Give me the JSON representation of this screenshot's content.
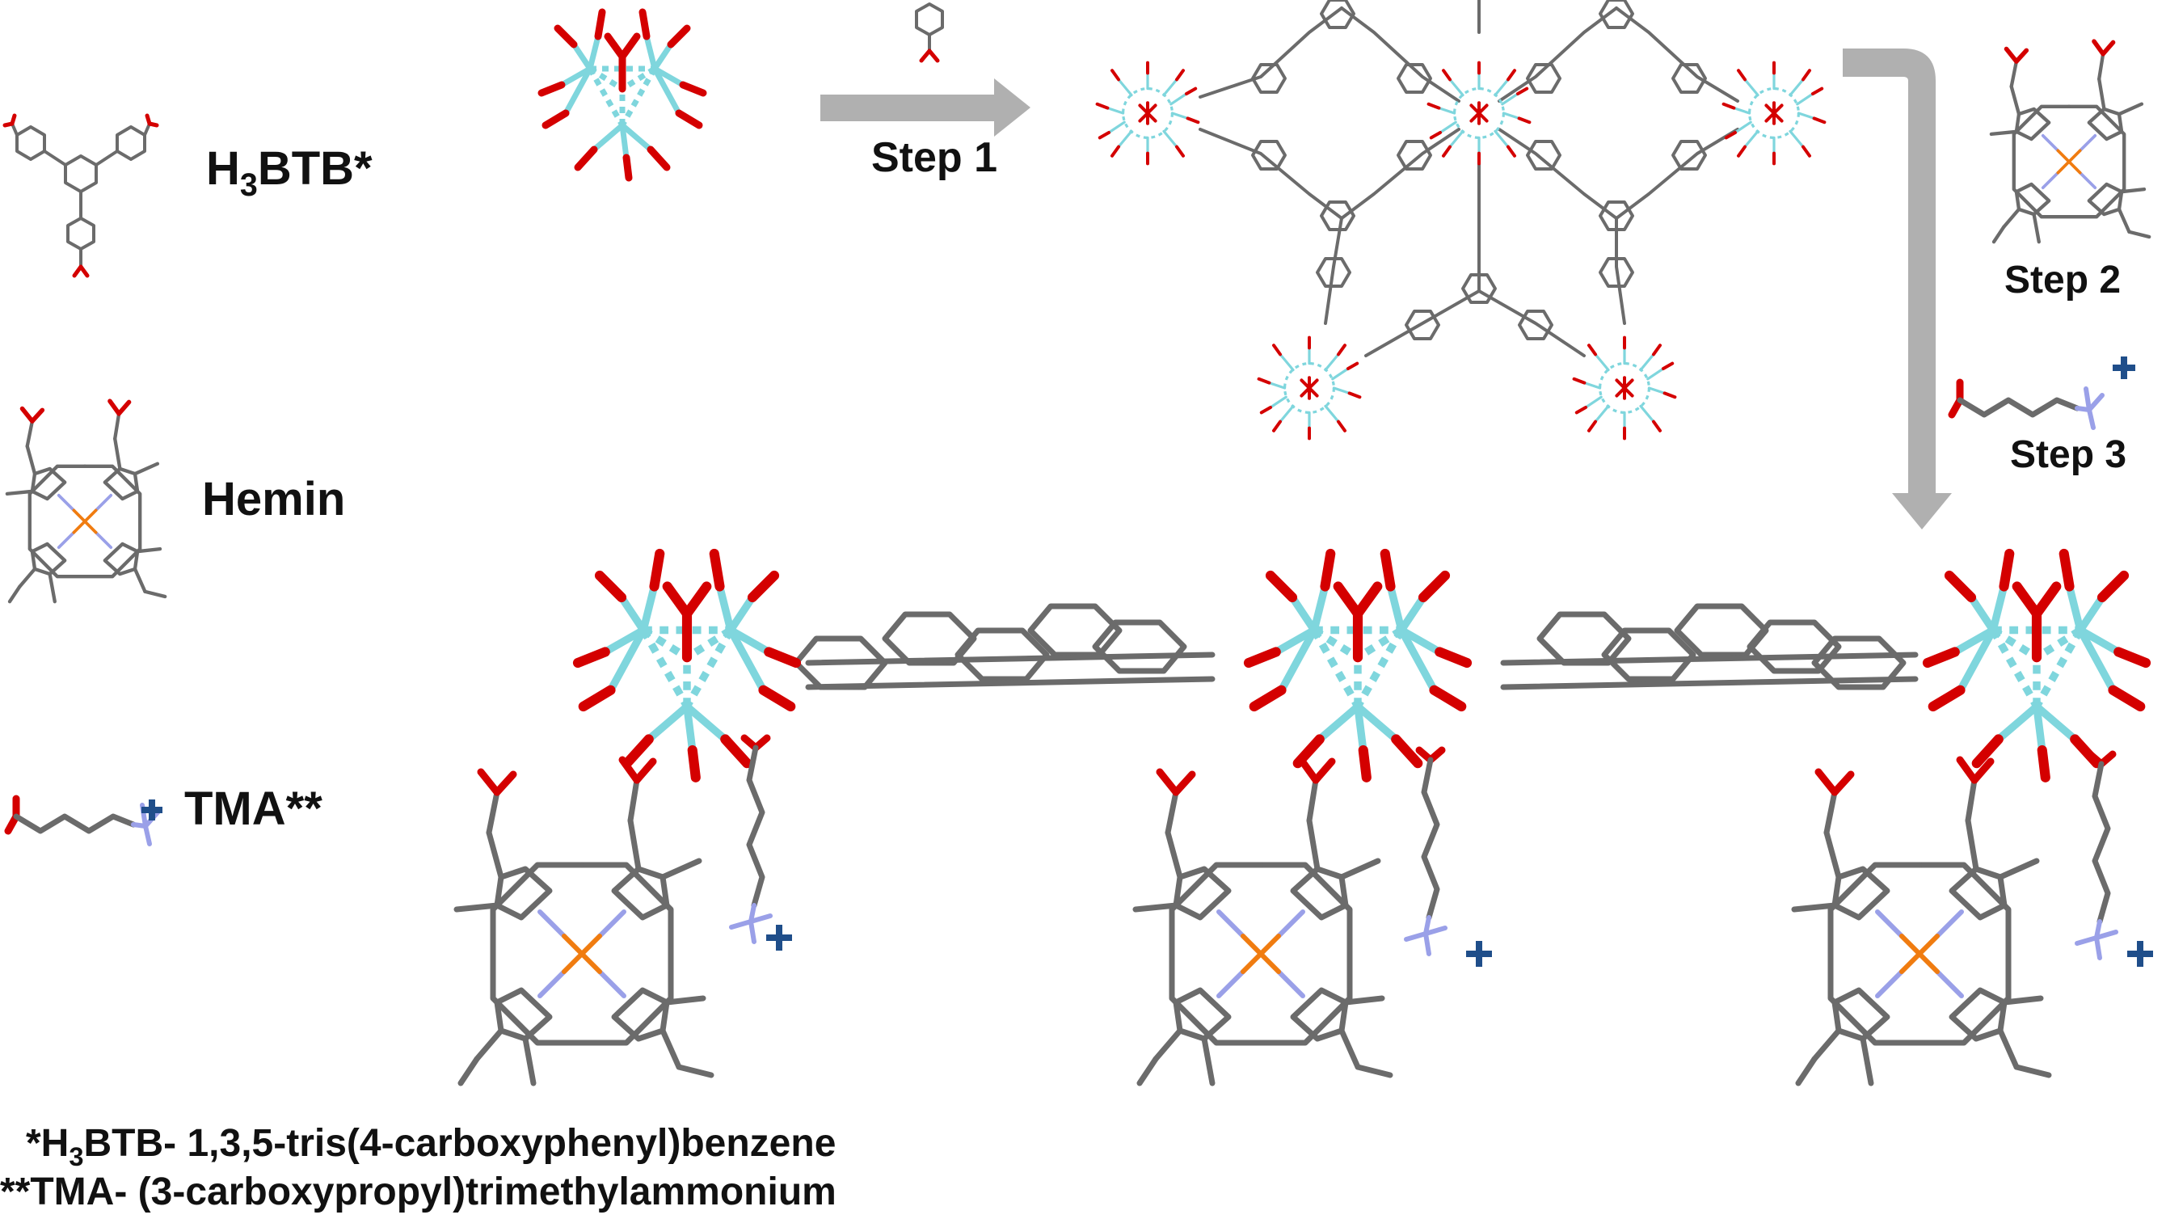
{
  "legend": {
    "btb_label": {
      "main": "H",
      "sub": "3",
      "rest": "BTB*"
    },
    "hemin_label": "Hemin",
    "tma_label": "TMA**"
  },
  "steps": {
    "step1": "Step 1",
    "step2": "Step 2",
    "step3": "Step 3"
  },
  "footnotes": {
    "btb": {
      "pre": "*H",
      "sub": "3",
      "post": "BTB- 1,3,5-tris(4-carboxyphenyl)benzene"
    },
    "tma": "**TMA- (3-carboxypropyl)trimethylammonium"
  },
  "charge_symbol": "+",
  "colors": {
    "carbon": "#6b6b6b",
    "oxygen": "#d40000",
    "zirconium": "#7fd6dd",
    "nitrogen": "#9aa0e8",
    "iron": "#f07c10",
    "charge": "#1f4e8a",
    "arrow": "#b0b0b0"
  }
}
